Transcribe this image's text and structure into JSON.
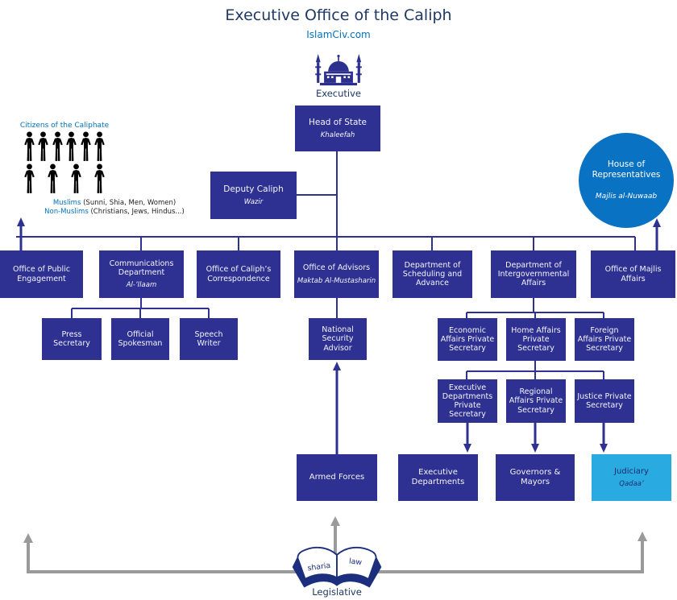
{
  "header": {
    "title": "Executive Office of the Caliph",
    "site": "IslamCiv.com"
  },
  "branches": {
    "executive": "Executive",
    "legislative": "Legislative"
  },
  "citizens": {
    "title": "Citizens of the Caliphate",
    "muslims_label": "Muslims",
    "muslims_detail": " (Sunni, Shia, Men, Women)",
    "non_muslims_label": "Non-Muslims",
    "non_muslims_detail": " (Christians, Jews, Hindus...)"
  },
  "house_of_representatives": {
    "line1": "House of",
    "line2": "Representatives",
    "subtitle": "Majlis al-Nuwaab"
  },
  "nodes": {
    "head_of_state": {
      "title": "Head of State",
      "subtitle": "Khaleefah"
    },
    "deputy_caliph": {
      "title": "Deputy Caliph",
      "subtitle": "Wazir"
    },
    "public_engagement": {
      "title": "Office of Public Engagement"
    },
    "communications": {
      "title": "Communications Department",
      "subtitle": "Al-’Ilaam"
    },
    "correspondence": {
      "title": "Office of Caliph’s Correspondence"
    },
    "advisors": {
      "title": "Office of Advisors",
      "subtitle": "Maktab Al-Mustasharin"
    },
    "scheduling": {
      "title": "Department of Scheduling and Advance"
    },
    "intergovernmental": {
      "title": "Department of Intergovernmental Affairs"
    },
    "majlis_affairs": {
      "title": "Office of Majlis Affairs"
    },
    "press_secretary": {
      "title": "Press Secretary"
    },
    "official_spokesman": {
      "title": "Official Spokesman"
    },
    "speech_writer": {
      "title": "Speech Writer"
    },
    "national_security_advisor": {
      "title": "National Security Advisor"
    },
    "economic_ps": {
      "title": "Economic Affairs Private Secretary"
    },
    "home_ps": {
      "title": "Home Affairs Private Secretary"
    },
    "foreign_ps": {
      "title": "Foreign Affairs Private Secretary"
    },
    "executive_ps": {
      "title": "Executive Departments Private Secretary"
    },
    "regional_ps": {
      "title": "Regional Affairs Private Secretary"
    },
    "justice_ps": {
      "title": "Justice Private Secretary"
    },
    "armed_forces": {
      "title": "Armed Forces"
    },
    "executive_departments": {
      "title": "Executive Departments"
    },
    "governors_mayors": {
      "title": "Governors & Mayors"
    },
    "judiciary": {
      "title": "Judiciary",
      "subtitle": "Qadaa’"
    }
  },
  "book": {
    "left_page": "sharia",
    "right_page": "law"
  },
  "colors": {
    "navy": "#2e3192",
    "title_navy": "#1f3864",
    "bright_blue": "#0a72c2",
    "cyan": "#29abe2",
    "link_blue": "#0071bc",
    "gray": "#9a9a9a"
  }
}
